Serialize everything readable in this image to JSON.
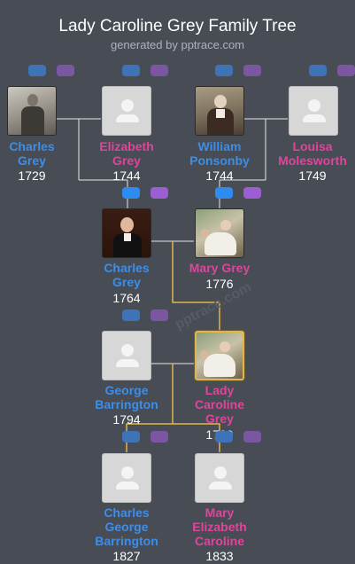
{
  "header": {
    "title": "Lady Caroline Grey Family Tree",
    "subtitle": "generated by pptrace.com"
  },
  "watermark": "pptrace.com",
  "people": {
    "charles_grey_sr": {
      "name_lines": [
        "Charles",
        "Grey"
      ],
      "year": "1729"
    },
    "elizabeth_grey": {
      "name_lines": [
        "Elizabeth",
        "Grey"
      ],
      "year": "1744"
    },
    "william_ponsonby": {
      "name_lines": [
        "William",
        "Ponsonby"
      ],
      "year": "1744"
    },
    "louisa_molesworth": {
      "name_lines": [
        "Louisa",
        "Molesworth"
      ],
      "year": "1749"
    },
    "charles_grey": {
      "name_lines": [
        "Charles",
        "Grey"
      ],
      "year": "1764"
    },
    "mary_grey": {
      "name_lines": [
        "Mary Grey"
      ],
      "year": "1776"
    },
    "george_barrington": {
      "name_lines": [
        "George",
        "Barrington"
      ],
      "year": "1794"
    },
    "lady_caroline_grey": {
      "name_lines": [
        "Lady",
        "Caroline",
        "Grey"
      ],
      "year": "1799"
    },
    "charles_george_barrington": {
      "name_lines": [
        "Charles",
        "George",
        "Barrington"
      ],
      "year": "1827"
    },
    "mary_elizabeth_caroline": {
      "name_lines": [
        "Mary",
        "Elizabeth",
        "Caroline"
      ],
      "year": "1833"
    }
  },
  "colors": {
    "background": "#474c55",
    "male": "#3d8ee8",
    "female": "#e0449c",
    "highlight_path": "#e2b54a",
    "connector": "#e8e8e8"
  },
  "icons": {
    "placeholder": "person-silhouette-icon",
    "father_badge": "father-toggle-icon",
    "mother_badge": "mother-toggle-icon"
  }
}
